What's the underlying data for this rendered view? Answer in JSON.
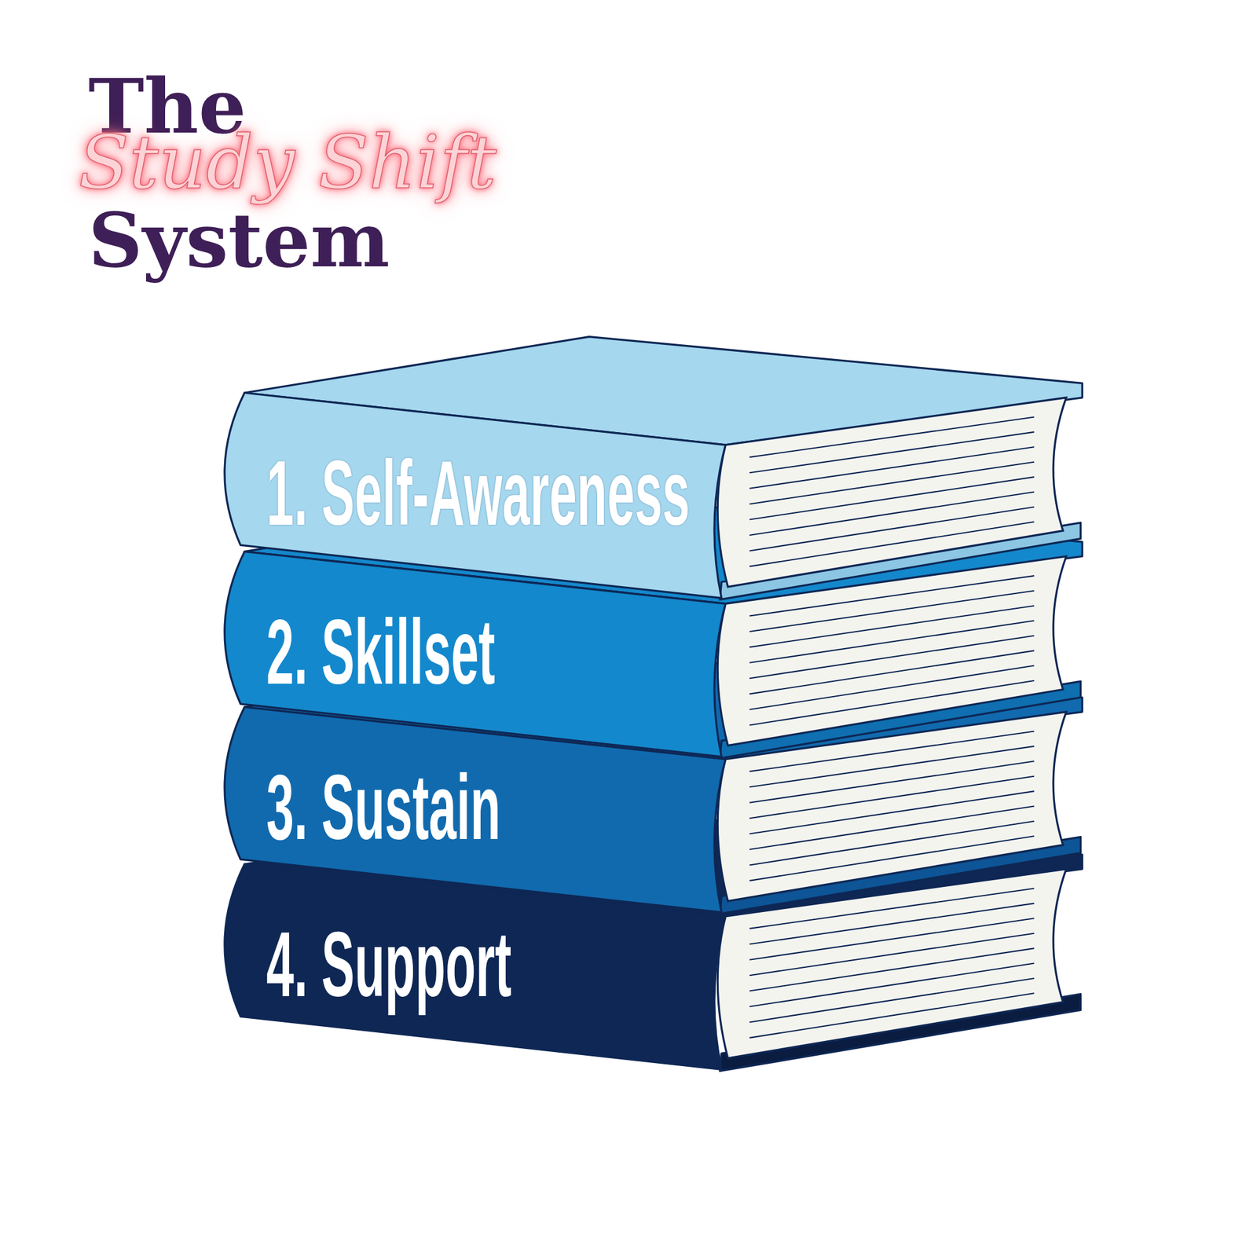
{
  "diagram": {
    "nodes": [
      {
        "text": [
          "1. Self-Awareness"
        ]
      },
      {
        "text": [
          "2. Skillset"
        ]
      },
      {
        "text": [
          "3. Sustain"
        ]
      },
      {
        "text": [
          "4. Support"
        ]
      }
    ],
    "labels": [
      "The",
      "Study Shift",
      "System"
    ]
  }
}
